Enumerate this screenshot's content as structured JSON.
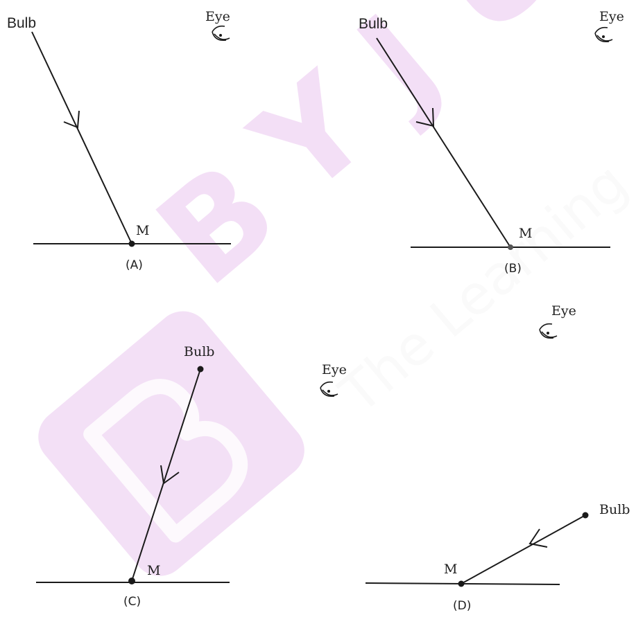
{
  "watermark": {
    "brand": "BYJU'S",
    "tagline": "The Learning App",
    "color": "#e7c2ec"
  },
  "colors": {
    "ink": "#1a1a1a"
  },
  "panels": [
    {
      "id": "A",
      "caption": "(A)",
      "bulb_label": "Bulb",
      "eye_label": "Eye",
      "point_label": "M"
    },
    {
      "id": "B",
      "caption": "(B)",
      "bulb_label": "Bulb",
      "eye_label": "Eye",
      "point_label": "M"
    },
    {
      "id": "C",
      "caption": "(C)",
      "bulb_label": "Bulb",
      "eye_label": "Eye",
      "point_label": "M"
    },
    {
      "id": "D",
      "caption": "(D)",
      "bulb_label": "Bulb",
      "eye_label": "Eye",
      "point_label": "M"
    }
  ],
  "eye_icon": "eye-icon"
}
